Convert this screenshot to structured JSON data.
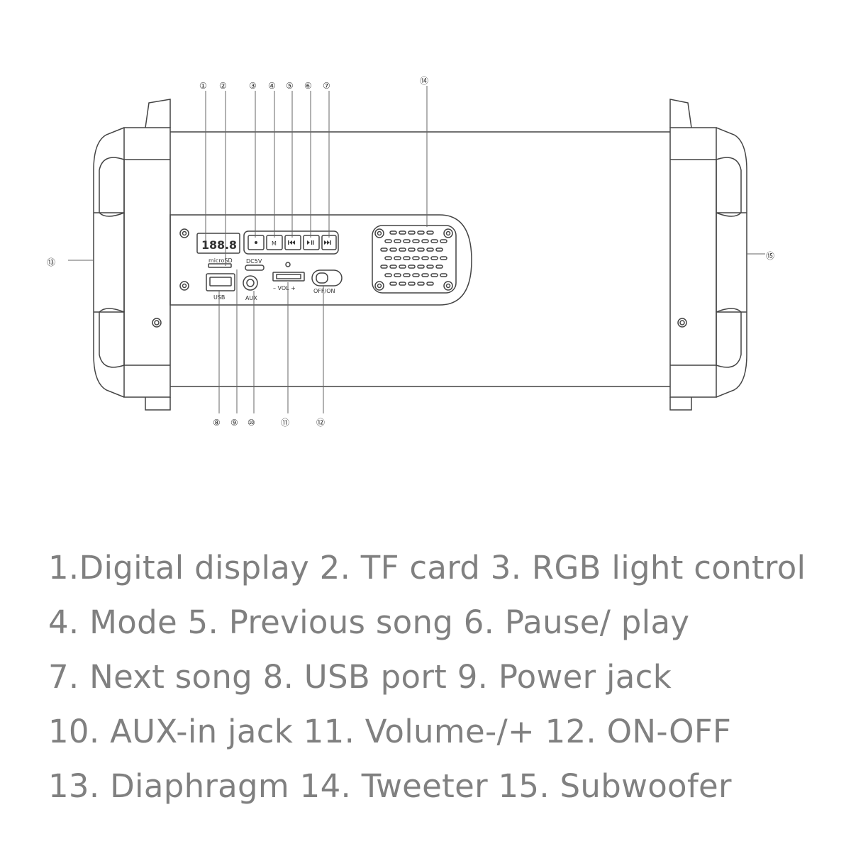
{
  "diagram": {
    "callouts": [
      "①",
      "②",
      "③",
      "④",
      "⑤",
      "⑥",
      "⑦",
      "⑧",
      "⑨",
      "⑩",
      "⑪",
      "⑫",
      "⑬",
      "⑭",
      "⑮"
    ],
    "panel_labels": {
      "display": "188.8",
      "micro_sd": "microSD",
      "dc5v": "DC5V",
      "usb": "USB",
      "aux": "AUX",
      "volume": "– VOL +",
      "switch": "OFF/ON",
      "mode_button": "M"
    },
    "icons": {
      "rgb_button": "dot-icon",
      "mode_button": "mode-icon",
      "prev_button": "previous-track-icon",
      "play_button": "play-pause-icon",
      "next_button": "next-track-icon"
    }
  },
  "legend": {
    "lines": [
      "1.Digital display  2. TF card  3. RGB light control",
      "4. Mode  5. Previous song  6. Pause/ play",
      "7. Next song  8. USB port  9. Power jack",
      "10. AUX-in jack  11. Volume-/+  12. ON-OFF",
      "13. Diaphragm 14. Tweeter 15. Subwoofer"
    ]
  }
}
